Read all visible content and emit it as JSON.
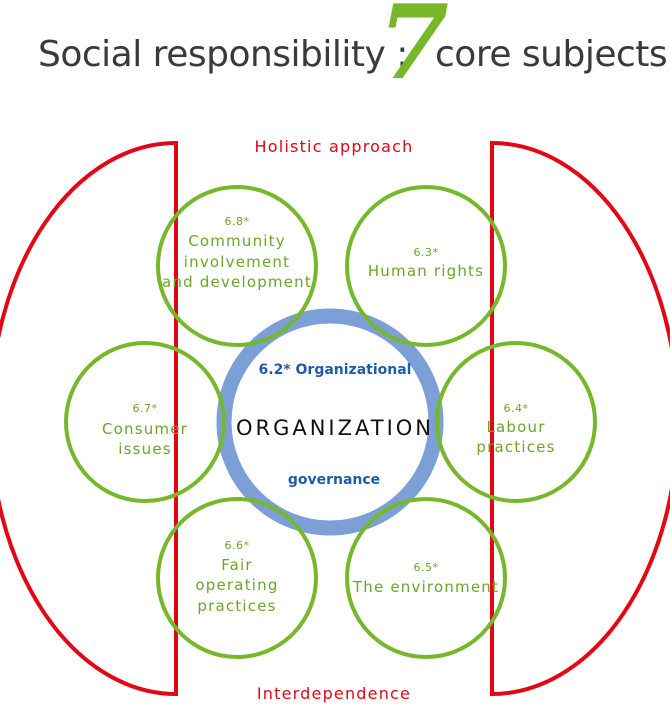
{
  "title": {
    "left": "Social responsibility :",
    "number": "7",
    "right": "core subjects"
  },
  "labels": {
    "top": "Holistic approach",
    "bottom": "Interdependence"
  },
  "center": {
    "title": "ORGANIZATION",
    "governance_line1": "6.2* Organizational",
    "governance_line2": "governance"
  },
  "subjects": [
    {
      "number": "6.8*",
      "lines": [
        "Community",
        "involvement",
        "and development"
      ]
    },
    {
      "number": "6.3*",
      "lines": [
        "Human rights"
      ]
    },
    {
      "number": "6.7*",
      "lines": [
        "Consumer",
        "issues"
      ]
    },
    {
      "number": "6.4*",
      "lines": [
        "Labour",
        "practices"
      ]
    },
    {
      "number": "6.6*",
      "lines": [
        "Fair",
        "operating",
        "practices"
      ]
    },
    {
      "number": "6.5*",
      "lines": [
        "The environment"
      ]
    }
  ],
  "colors": {
    "red": "#e30613",
    "green": "#76b82a",
    "blue": "#7b9fd6",
    "text_dark": "#3a3a3a"
  }
}
